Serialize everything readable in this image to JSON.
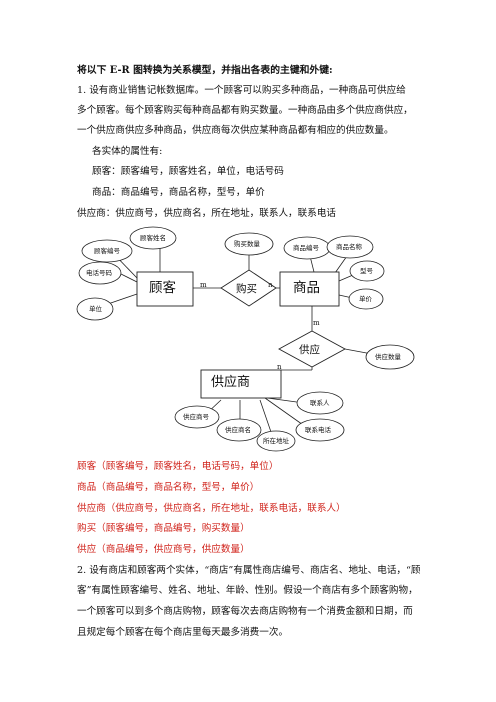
{
  "heading": "将以下 E-R 图转换为关系模型，并指出各表的主键和外键:",
  "q1": {
    "intro_lines": [
      "1. 设有商业销售记帐数据库。一个顾客可以购买多种商品，一种商品可供应给",
      "多个顾客。每个顾客购买每种商品都有购买数量。一种商品由多个供应商供应，",
      "一个供应商供应多种商品，供应商每次供应某种商品都有相应的供应数量。"
    ],
    "attr_title": "各实体的属性有:",
    "attr_customer": "顾客：顾客编号，顾客姓名，单位，电话号码",
    "attr_product": "商品：商品编号，商品名称，型号，单价",
    "attr_supplier": "供应商：供应商号，供应商名，所在地址，联系人，联系电话"
  },
  "diagram": {
    "entity_customer": "顾客",
    "entity_product": "商品",
    "entity_supplier": "供应商",
    "rel_buy": "购买",
    "rel_supply": "供应",
    "card_m1": "m",
    "card_n1": "n",
    "card_m2": "m",
    "card_n2": "n",
    "cust_attrs": [
      "顾客编号",
      "顾客姓名",
      "电话号码",
      "单位"
    ],
    "buy_attr": "购买数量",
    "prod_attrs": [
      "商品编号",
      "商品名称",
      "型号",
      "单价"
    ],
    "supply_attr": "供应数量",
    "supp_attrs": [
      "联系人",
      "供应商号",
      "供应商名",
      "联系电话",
      "所在地址"
    ]
  },
  "answer_lines": [
    "顾客（顾客编号，顾客姓名，电话号码，单位）",
    "商品（商品编号，商品名称，型号，单价）",
    "供应商（供应商号，供应商名，所在地址，联系电话，联系人）",
    "购买（顾客编号，商品编号，购买数量）",
    "供应（商品编号，供应商号，供应数量）"
  ],
  "q2_lines": [
    "2. 设有商店和顾客两个实体，“商店”有属性商店编号、商店名、地址、电话，“顾",
    "客”有属性顾客编号、姓名、地址、年龄、性别。假设一个商店有多个顾客购物，",
    "一个顾客可以到多个商店购物，顾客每次去商店购物有一个消费金额和日期，而",
    "且规定每个顾客在每个商店里每天最多消费一次。"
  ]
}
